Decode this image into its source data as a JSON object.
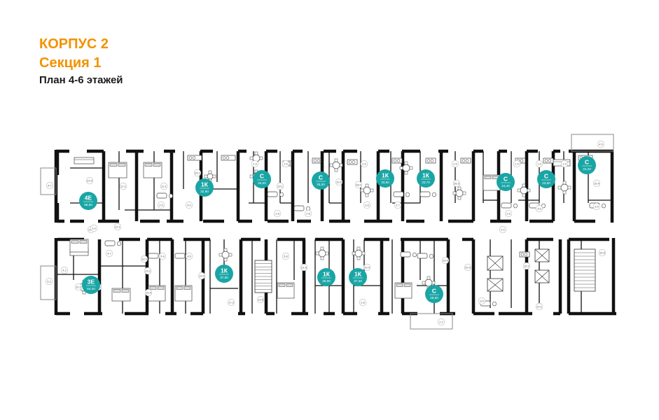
{
  "header": {
    "building": "КОРПУС 2",
    "section": "Секция 1",
    "floor_plan": "План 4-6 этажей"
  },
  "colors": {
    "accent": "#f39200",
    "apartment_marker": "#1aa5a5",
    "walls": "#111111",
    "text": "#1a1a1a"
  },
  "apartments": [
    {
      "type": "4Е",
      "area": "86,60"
    },
    {
      "type": "1К",
      "area": "32,90"
    },
    {
      "type": "С",
      "area": "25,00"
    },
    {
      "type": "С",
      "area": "25,00"
    },
    {
      "type": "1К",
      "area": "33,50"
    },
    {
      "type": "1К",
      "area": "33,70"
    },
    {
      "type": "С",
      "area": "24,40"
    },
    {
      "type": "С",
      "area": "23,50"
    },
    {
      "type": "С",
      "area": "23,20"
    },
    {
      "type": "3Е",
      "area": "64,40"
    },
    {
      "type": "1К",
      "area": "37,80"
    },
    {
      "type": "1К",
      "area": "36,90"
    },
    {
      "type": "1К",
      "area": "37,30"
    },
    {
      "type": "С",
      "area": "28,60"
    }
  ],
  "room_labels": [
    "4.5",
    "1.9",
    "1.9",
    "2.5",
    "2.5",
    "1.9",
    "1.9",
    "1.9",
    "8.7",
    "22.0",
    "12.1",
    "12.1",
    "25.2",
    "12.7",
    "10.2",
    "13.2",
    "10.0",
    "28.0",
    "26.5",
    "19.1",
    "15.4",
    "2.5",
    "4.0",
    "2.8",
    "2.8",
    "2.8",
    "2.7",
    "2.6",
    "3.5",
    "3.5",
    "3.3",
    "12.1",
    "4.7",
    "2.2",
    "12.0",
    "5.4",
    "4.5",
    "4.2",
    "15.6",
    "10.4",
    "13.3",
    "21.6",
    "20.4",
    "29.5",
    "20.0",
    "16.5",
    "16.2",
    "12.1",
    "12.6",
    "17.2",
    "2.8",
    "3.5",
    "2.2",
    "5.2",
    "5.8",
    "9.8"
  ]
}
